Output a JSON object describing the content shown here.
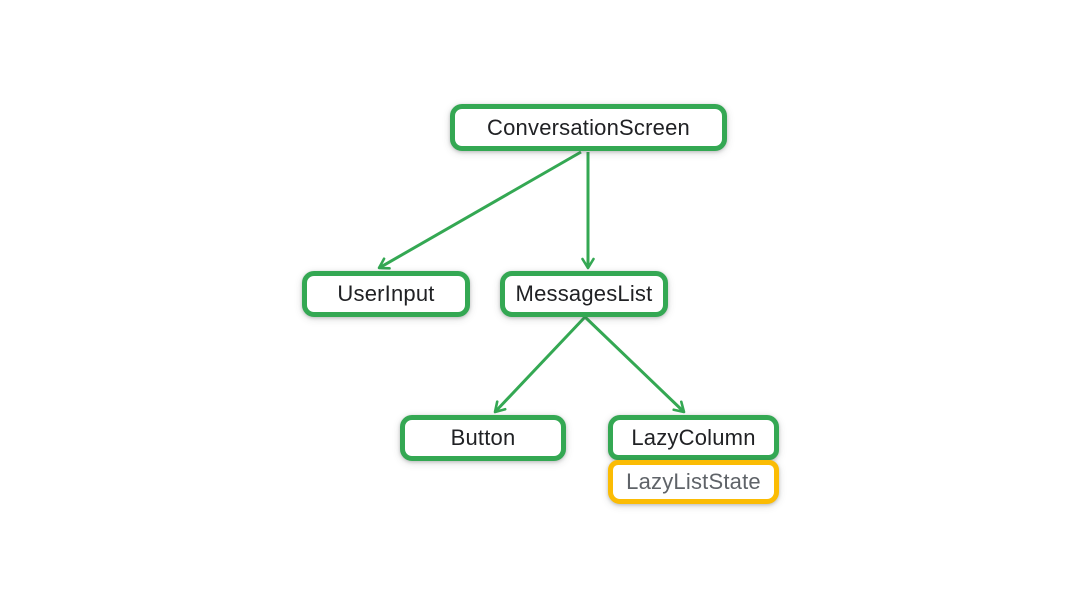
{
  "diagram": {
    "type": "component-tree",
    "background": "#FFFFFF",
    "colors": {
      "green": "#34A853",
      "yellow": "#FBBC04",
      "edge": "#34A853",
      "label_dark": "#202124",
      "label_gray": "#5F6368",
      "node_fill": "#FFFFFF"
    },
    "nodes": {
      "conversation_screen": {
        "label": "ConversationScreen",
        "border": "#34A853",
        "text_color": "#202124"
      },
      "user_input": {
        "label": "UserInput",
        "border": "#34A853",
        "text_color": "#202124"
      },
      "messages_list": {
        "label": "MessagesList",
        "border": "#34A853",
        "text_color": "#202124"
      },
      "button": {
        "label": "Button",
        "border": "#34A853",
        "text_color": "#202124"
      },
      "lazy_column": {
        "label": "LazyColumn",
        "border": "#34A853",
        "text_color": "#202124"
      },
      "lazy_list_state": {
        "label": "LazyListState",
        "border": "#FBBC04",
        "text_color": "#5F6368"
      }
    },
    "edges": [
      {
        "from": "ConversationScreen",
        "to": "UserInput"
      },
      {
        "from": "ConversationScreen",
        "to": "MessagesList"
      },
      {
        "from": "MessagesList",
        "to": "Button"
      },
      {
        "from": "MessagesList",
        "to": "LazyColumn"
      }
    ]
  }
}
